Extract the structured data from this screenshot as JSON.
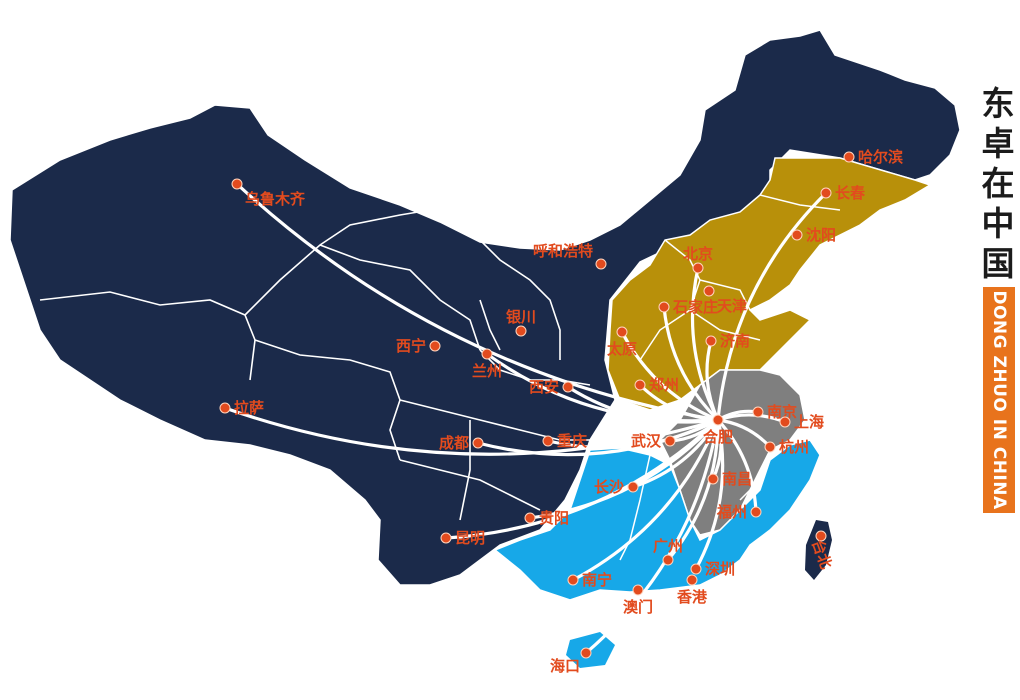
{
  "title": {
    "chars": [
      "东",
      "卓",
      "在",
      "中",
      "国"
    ],
    "subtitle": "DONG ZHUO IN CHINA"
  },
  "colors": {
    "region_dark": "#1b2a4a",
    "region_gold": "#b8900a",
    "region_gray": "#7f7f7f",
    "region_blue": "#17a8e8",
    "route": "#ffffff",
    "label": "#e24b1e",
    "title_accent": "#e8731c"
  },
  "cities": [
    {
      "name": "乌鲁木齐",
      "id": "urumqi"
    },
    {
      "name": "哈尔滨",
      "id": "harbin"
    },
    {
      "name": "长春",
      "id": "changchun"
    },
    {
      "name": "沈阳",
      "id": "shenyang"
    },
    {
      "name": "呼和浩特",
      "id": "hohhot"
    },
    {
      "name": "北京",
      "id": "beijing"
    },
    {
      "name": "天津",
      "id": "tianjin"
    },
    {
      "name": "石家庄",
      "id": "shijiazhuang"
    },
    {
      "name": "银川",
      "id": "yinchuan"
    },
    {
      "name": "太原",
      "id": "taiyuan"
    },
    {
      "name": "济南",
      "id": "jinan"
    },
    {
      "name": "西宁",
      "id": "xining"
    },
    {
      "name": "兰州",
      "id": "lanzhou"
    },
    {
      "name": "西安",
      "id": "xian"
    },
    {
      "name": "郑州",
      "id": "zhengzhou"
    },
    {
      "name": "拉萨",
      "id": "lhasa"
    },
    {
      "name": "南京",
      "id": "nanjing"
    },
    {
      "name": "合肥",
      "id": "hefei"
    },
    {
      "name": "上海",
      "id": "shanghai"
    },
    {
      "name": "成都",
      "id": "chengdu"
    },
    {
      "name": "重庆",
      "id": "chongqing"
    },
    {
      "name": "武汉",
      "id": "wuhan"
    },
    {
      "name": "杭州",
      "id": "hangzhou"
    },
    {
      "name": "长沙",
      "id": "changsha"
    },
    {
      "name": "南昌",
      "id": "nanchang"
    },
    {
      "name": "贵阳",
      "id": "guiyang"
    },
    {
      "name": "福州",
      "id": "fuzhou"
    },
    {
      "name": "昆明",
      "id": "kunming"
    },
    {
      "name": "广州",
      "id": "guangzhou"
    },
    {
      "name": "台北",
      "id": "taipei"
    },
    {
      "name": "南宁",
      "id": "nanning"
    },
    {
      "name": "深圳",
      "id": "shenzhen"
    },
    {
      "name": "澳门",
      "id": "macau"
    },
    {
      "name": "香港",
      "id": "hongkong"
    },
    {
      "name": "海口",
      "id": "haikou"
    }
  ],
  "hub": "合肥"
}
